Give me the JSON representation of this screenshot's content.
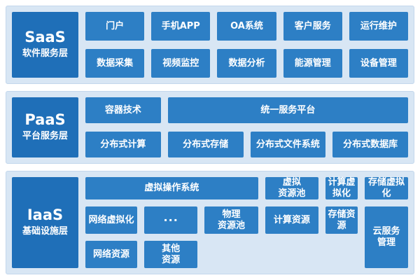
{
  "colors": {
    "label_blue": "#1f6fb8",
    "item_blue": "#2d7fc5",
    "layer_bg": "#d8e6f4"
  },
  "saas": {
    "name": "SaaS",
    "subtitle": "软件服务层",
    "row1": [
      "门户",
      "手机APP",
      "OA系统",
      "客户服务",
      "运行维护"
    ],
    "row2": [
      "数据采集",
      "视频监控",
      "数据分析",
      "能源管理",
      "设备管理"
    ]
  },
  "paas": {
    "name": "PaaS",
    "subtitle": "平台服务层",
    "container_tech": "容器技术",
    "unified_platform": "统一服务平台",
    "row2": [
      "分布式计算",
      "分布式存储",
      "分布式文件系统",
      "分布式数据库"
    ]
  },
  "iaas": {
    "name": "IaaS",
    "subtitle": "基础设施层",
    "virtual_os": "虚拟操作系统",
    "row1": [
      "虚拟\n资源池",
      "计算虚拟化",
      "存储虚拟化",
      "网络虚拟化",
      "···"
    ],
    "row2": [
      "物理\n资源池",
      "计算资源",
      "存储资源",
      "网络资源",
      "其他\n资源"
    ],
    "cloud_mgmt": "云服务\n管理"
  }
}
